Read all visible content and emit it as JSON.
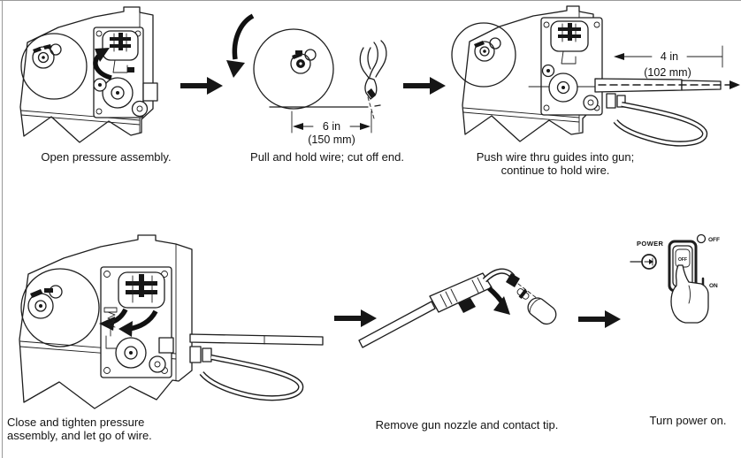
{
  "meta": {
    "background": "#ffffff",
    "ink": "#1e1e1e"
  },
  "steps": {
    "step1": {
      "caption": "Open pressure assembly."
    },
    "step2": {
      "caption": "Pull and hold wire; cut off end.",
      "dim_value": "6 in",
      "dim_metric": "(150 mm)"
    },
    "step3": {
      "caption_line1": "Push wire thru guides into gun;",
      "caption_line2": "continue to hold wire.",
      "dim_value": "4 in",
      "dim_metric": "(102 mm)"
    },
    "step4": {
      "caption_line1": "Close and tighten pressure",
      "caption_line2": "assembly, and let go of wire."
    },
    "step5": {
      "caption": "Remove gun nozzle and contact tip."
    },
    "step6": {
      "caption": "Turn power on.",
      "power_label": "POWER",
      "switch_marking": "OFF",
      "off_label": "OFF",
      "on_label": "ON"
    }
  }
}
